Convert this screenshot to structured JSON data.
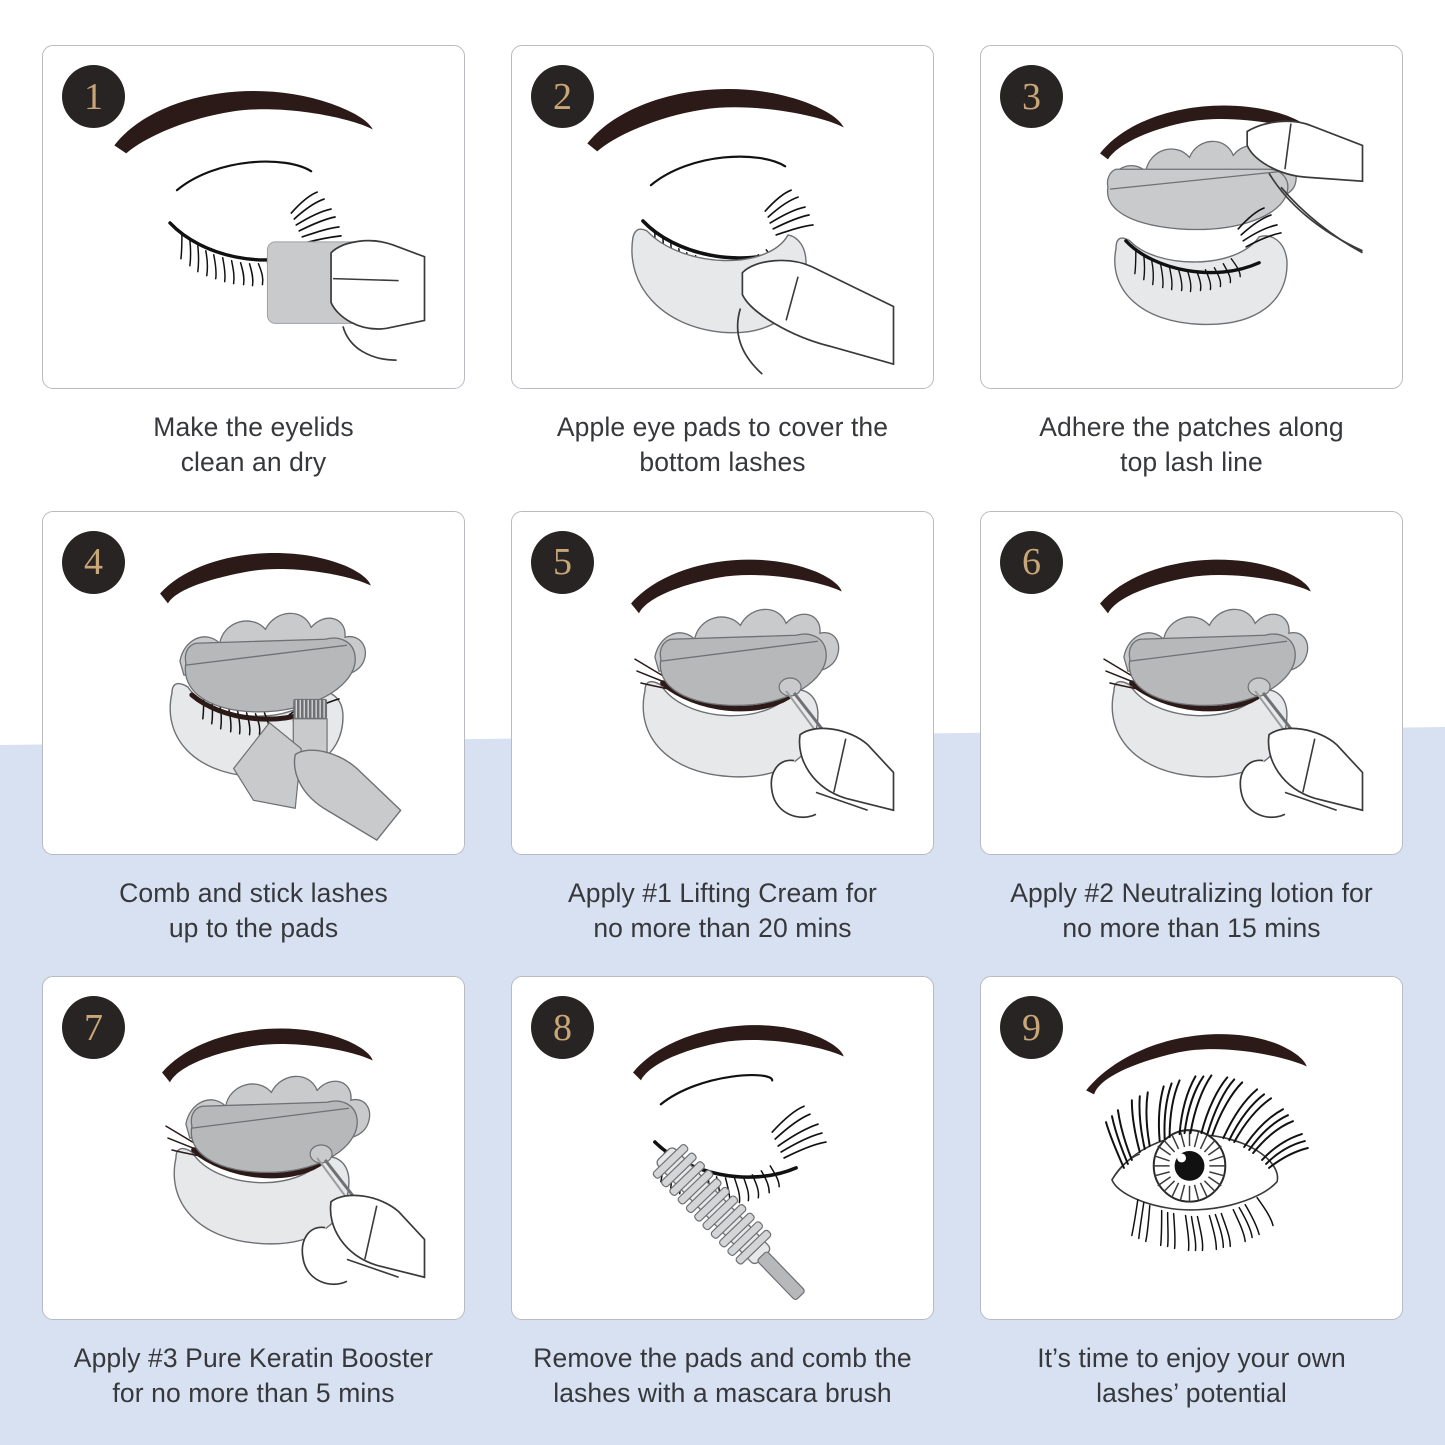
{
  "meta": {
    "title": "Eyelash Lift Step-by-Step Instructions",
    "layout": "3x3 grid of numbered instruction panels"
  },
  "colors": {
    "background": "#ffffff",
    "accent_background": "#d8e1f1",
    "badge_fill": "#272423",
    "badge_number": "#c9a677",
    "caption_text": "#36383b",
    "panel_border": "#b8bcc2",
    "brow_dark": "#2b1a18",
    "lash_black": "#111111",
    "pad_gray": "#c9cacb",
    "pad_light": "#e7e8e9",
    "tool_gray": "#b9babb"
  },
  "steps": [
    {
      "number": "1",
      "caption": "Make the eyelids\nclean an dry",
      "art": "closed-eye-with-cotton-pad-and-finger",
      "icon": "eye-cleaning-icon"
    },
    {
      "number": "2",
      "caption": "Apple eye pads to cover the\nbottom lashes",
      "art": "closed-eye-with-under-eye-pad-and-finger",
      "icon": "eye-pad-apply-icon"
    },
    {
      "number": "3",
      "caption": "Adhere the patches along\ntop lash line",
      "art": "silicone-pad-and-under-eye-patch-with-tweezers",
      "icon": "patch-adhere-icon"
    },
    {
      "number": "4",
      "caption": "Comb and stick lashes\nup to the pads",
      "art": "eye-with-lift-pad-and-lash-comb-tool",
      "icon": "lash-comb-icon"
    },
    {
      "number": "5",
      "caption": "Apply #1 Lifting Cream for\nno more than 20 mins",
      "art": "eye-with-lift-pad-and-applicator-stick",
      "icon": "lifting-cream-icon"
    },
    {
      "number": "6",
      "caption": "Apply #2 Neutralizing lotion for\nno more than 15 mins",
      "art": "eye-with-lift-pad-and-applicator-stick",
      "icon": "neutralizing-lotion-icon"
    },
    {
      "number": "7",
      "caption": "Apply #3 Pure Keratin Booster\nfor no more than 5 mins",
      "art": "eye-with-lift-pad-and-applicator-stick",
      "icon": "keratin-booster-icon"
    },
    {
      "number": "8",
      "caption": "Remove the pads and comb the\nlashes with a mascara brush",
      "art": "closed-eye-with-mascara-spoolie-brush",
      "icon": "mascara-brush-icon"
    },
    {
      "number": "9",
      "caption": "It’s time to enjoy your own\nlashes’ potential",
      "art": "open-eye-with-lifted-lashes",
      "icon": "finished-eye-icon"
    }
  ]
}
